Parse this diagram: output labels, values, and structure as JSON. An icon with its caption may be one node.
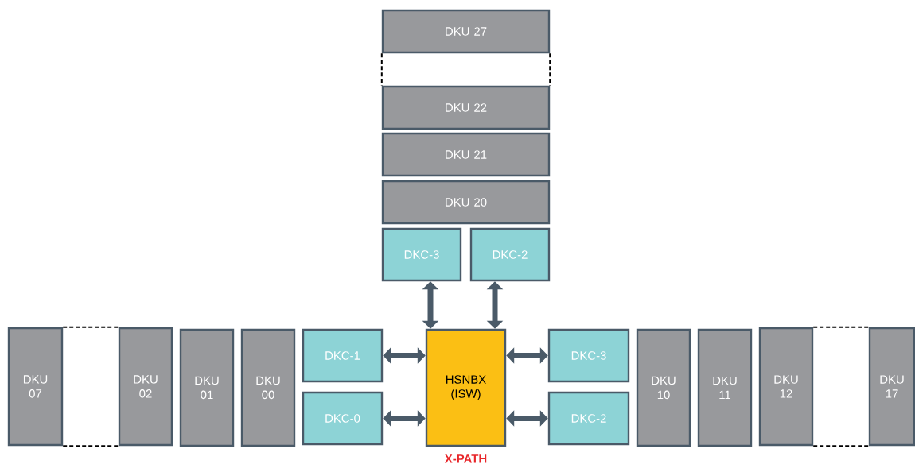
{
  "diagram": {
    "nodes": [
      {
        "text": [
          "DKU 27"
        ]
      },
      {
        "text": [
          "DKU 22"
        ]
      },
      {
        "text": [
          "DKU 21"
        ]
      },
      {
        "text": [
          "DKU 20"
        ]
      },
      {
        "text": [
          "DKC-3"
        ]
      },
      {
        "text": [
          "DKC-2"
        ]
      },
      {
        "text": [
          "HSNBX (ISW)"
        ],
        "beside": [
          "X-PATH"
        ]
      },
      {
        "text": [
          "DKC-1"
        ]
      },
      {
        "text": [
          "DKC-0"
        ]
      },
      {
        "text": [
          "DKC-3"
        ]
      },
      {
        "text": [
          "DKC-2"
        ]
      },
      {
        "text": [
          "DKU 07"
        ]
      },
      {
        "text": [
          "DKU 02"
        ]
      },
      {
        "text": [
          "DKU 01"
        ]
      },
      {
        "text": [
          "DKU 00"
        ]
      },
      {
        "text": [
          "DKU 10"
        ]
      },
      {
        "text": [
          "DKU 11"
        ]
      },
      {
        "text": [
          "DKU 12"
        ]
      },
      {
        "text": [
          "DKU 17"
        ]
      }
    ],
    "edges": [
      {
        "from": 4,
        "to": 6,
        "arrow": "both",
        "style": "thick"
      },
      {
        "from": 5,
        "to": 6,
        "arrow": "both",
        "style": "thick"
      },
      {
        "from": 7,
        "to": 6,
        "arrow": "both",
        "style": "thick"
      },
      {
        "from": 8,
        "to": 6,
        "arrow": "both",
        "style": "thick"
      },
      {
        "from": 6,
        "to": 9,
        "arrow": "both",
        "style": "thick"
      },
      {
        "from": 6,
        "to": 10,
        "arrow": "both",
        "style": "thick"
      },
      {
        "from": 0,
        "to": 1,
        "arrow": "none",
        "style": "dashed",
        "color": "#000000"
      },
      {
        "from": 0,
        "to": 1,
        "arrow": "none",
        "style": "dashed",
        "color": "#000000"
      },
      {
        "from": 11,
        "to": 12,
        "arrow": "none",
        "style": "dashed",
        "color": "#000000"
      },
      {
        "from": 11,
        "to": 12,
        "arrow": "none",
        "style": "dashed",
        "color": "#000000"
      },
      {
        "from": 17,
        "to": 18,
        "arrow": "none",
        "style": "dashed",
        "color": "#000000"
      },
      {
        "from": 17,
        "to": 18,
        "arrow": "none",
        "style": "dashed",
        "color": "#000000"
      }
    ]
  }
}
